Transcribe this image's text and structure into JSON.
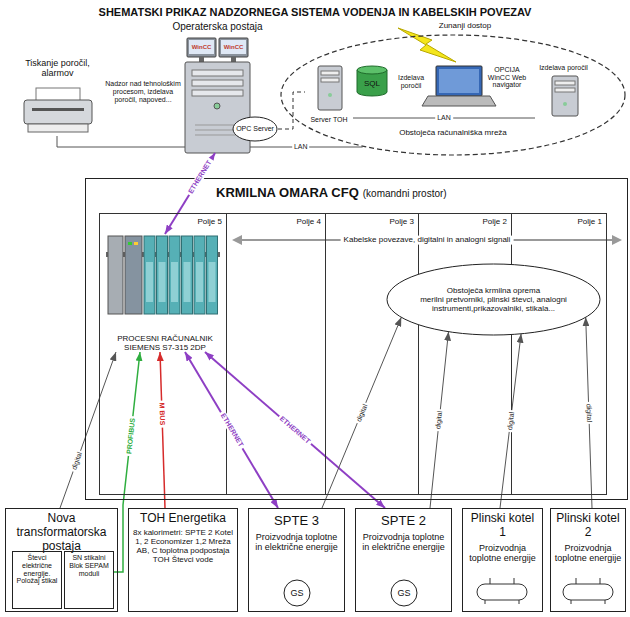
{
  "diagram": {
    "title": "SHEMATSKI PRIKAZ NADZORNEGA SISTEMA VODENJA IN KABELSKIH POVEZAV",
    "nodes": [
      {
        "text": [
          "Operaterska postaja",
          "Nadzor nad tehnološkim procesom, izdelava poročil, napoved..."
        ]
      },
      {
        "text": [
          "OPC Server"
        ]
      },
      {
        "text": [
          "Tiskanje poročil, alarmov"
        ]
      },
      {
        "text": [
          "Obstoječa računalniška mreža"
        ]
      },
      {
        "text": [
          "Server TOH"
        ],
        "in": 3
      },
      {
        "text": [
          "SQL"
        ],
        "in": 3
      },
      {
        "text": [
          "Izdelava poročil",
          "OPCIJA WinCC Web navigator"
        ],
        "in": 3
      },
      {
        "text": [
          "Izdelava poročil"
        ],
        "in": 3
      },
      {
        "text": [
          "KRMILNA OMARA CFQ",
          "(komandni prostor)"
        ]
      },
      {
        "text": [
          "Polje 5"
        ],
        "in": 8
      },
      {
        "text": [
          "PROCESNI RAČUNALNIK SIEMENS S7-315 2DP"
        ],
        "in": 9
      },
      {
        "text": [
          "Polje 4"
        ],
        "in": 8
      },
      {
        "text": [
          "Polje 3"
        ],
        "in": 8
      },
      {
        "text": [
          "Polje 2"
        ],
        "in": 8
      },
      {
        "text": [
          "Polje 1"
        ],
        "in": 8
      },
      {
        "text": [
          "Obstoječa krmilna oprema",
          "merilni pretvorniki, plinski števci, analogni instrumenti,prikazovalniki, stikala..."
        ],
        "in": 8
      },
      {
        "text": [
          "Nova transformatorska postaja"
        ]
      },
      {
        "text": [
          "Števci električne energije. Položaj stikal"
        ],
        "in": 16
      },
      {
        "text": [
          "SN stikalni Blok SEPAM moduli"
        ],
        "in": 16
      },
      {
        "text": [
          "TOH Energetika",
          "8x kalorimetri: SPTE 2 Kotel 1, 2 Economizer 1,2 Mreža AB, C toplotna podpostaja TOH Števci vode"
        ]
      },
      {
        "text": [
          "SPTE 3",
          "Proizvodnja toplotne in električne energije"
        ]
      },
      {
        "text": [
          "GS"
        ],
        "in": 20
      },
      {
        "text": [
          "SPTE 2",
          "Proizvodnja toplotne in električne energije"
        ]
      },
      {
        "text": [
          "GS"
        ],
        "in": 22
      },
      {
        "text": [
          "Plinski kotel 1",
          "Proizvodnja toplotne energije"
        ]
      },
      {
        "text": [
          "Plinski kotel 2",
          "Proizvodnja toplotne energije"
        ]
      }
    ],
    "edges": [
      {
        "from": 2,
        "to": 0,
        "arrow": "none"
      },
      {
        "from": 0,
        "to": 3,
        "label": "LAN",
        "arrow": "none"
      },
      {
        "from": 1,
        "to": 4,
        "arrow": "none"
      },
      {
        "from": 4,
        "to": 7,
        "label": "LAN",
        "arrow": "none"
      },
      {
        "from": 0,
        "to": 10,
        "label": "ETHERNET",
        "arrow": "both"
      },
      {
        "from": 16,
        "to": 10,
        "label": "digital",
        "arrow": "to"
      },
      {
        "from": 18,
        "to": 10,
        "label": "PROFIBUS",
        "arrow": "to"
      },
      {
        "from": 19,
        "to": 10,
        "label": "M BUS",
        "arrow": "to"
      },
      {
        "from": 20,
        "to": 10,
        "label": "ETHERNET",
        "arrow": "both"
      },
      {
        "from": 22,
        "to": 10,
        "label": "ETHERNET",
        "arrow": "both"
      },
      {
        "from": 20,
        "to": 15,
        "label": "digital",
        "arrow": "to"
      },
      {
        "from": 22,
        "to": 15,
        "label": "digital",
        "arrow": "to"
      },
      {
        "from": 24,
        "to": 15,
        "label": "digital",
        "arrow": "to"
      },
      {
        "from": 25,
        "to": 15,
        "label": "digital",
        "arrow": "to"
      }
    ],
    "labels": [
      "WinCC",
      "WinCC",
      "Zunanji dostop",
      "Kabelske povezave, digitalni in analogni signali"
    ]
  }
}
